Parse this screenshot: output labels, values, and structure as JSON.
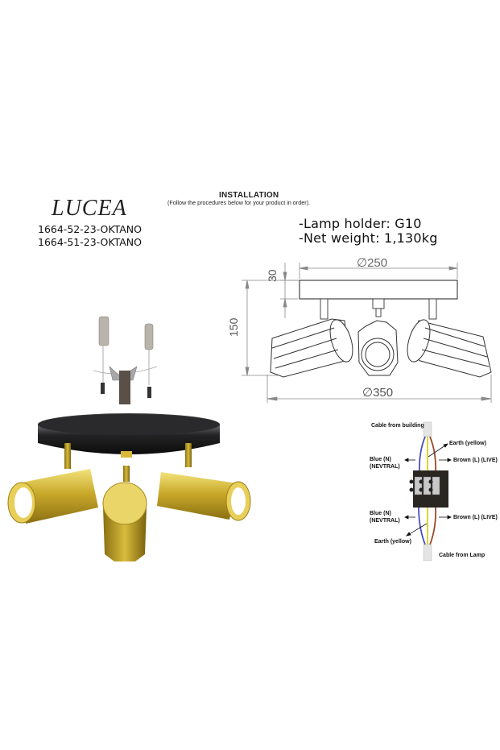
{
  "product": {
    "brand": "LUCEA",
    "codes": [
      "1664-52-23-OKTANO",
      "1664-51-23-OKTANO"
    ]
  },
  "installation": {
    "title": "INSTALLATION",
    "subtitle": "(Follow the procedures below for your product in order)."
  },
  "specs": {
    "lamp_holder": "-Lamp holder: G10",
    "net_weight": "-Net weight: 1,130kg"
  },
  "dimensions": {
    "plate_diameter": "∅250",
    "total_diameter": "∅350",
    "plate_height": "30",
    "total_height": "150"
  },
  "wiring": {
    "cable_from_building": "Cable from building",
    "earth_top": "Earth (yellow)",
    "blue_top": "Blue (N)\n(NEVTRAL)",
    "brown_top": "Brown (L) (LIVE)",
    "blue_bottom": "Blue (N)\n(NEVTRAL)",
    "brown_bottom": "Brown (L) (LIVE)",
    "earth_bottom": "Earth (yellow)",
    "cable_from_lamp": "Cable from Lamp",
    "colors": {
      "blue": "#4a4fc0",
      "yellow": "#d8d21a",
      "brown": "#9a4a2a"
    }
  },
  "render_colors": {
    "brass": "#c9a92a",
    "brass_light": "#efd96a",
    "canopy_black": "#1c1c1e",
    "drawing_line": "#555555"
  }
}
